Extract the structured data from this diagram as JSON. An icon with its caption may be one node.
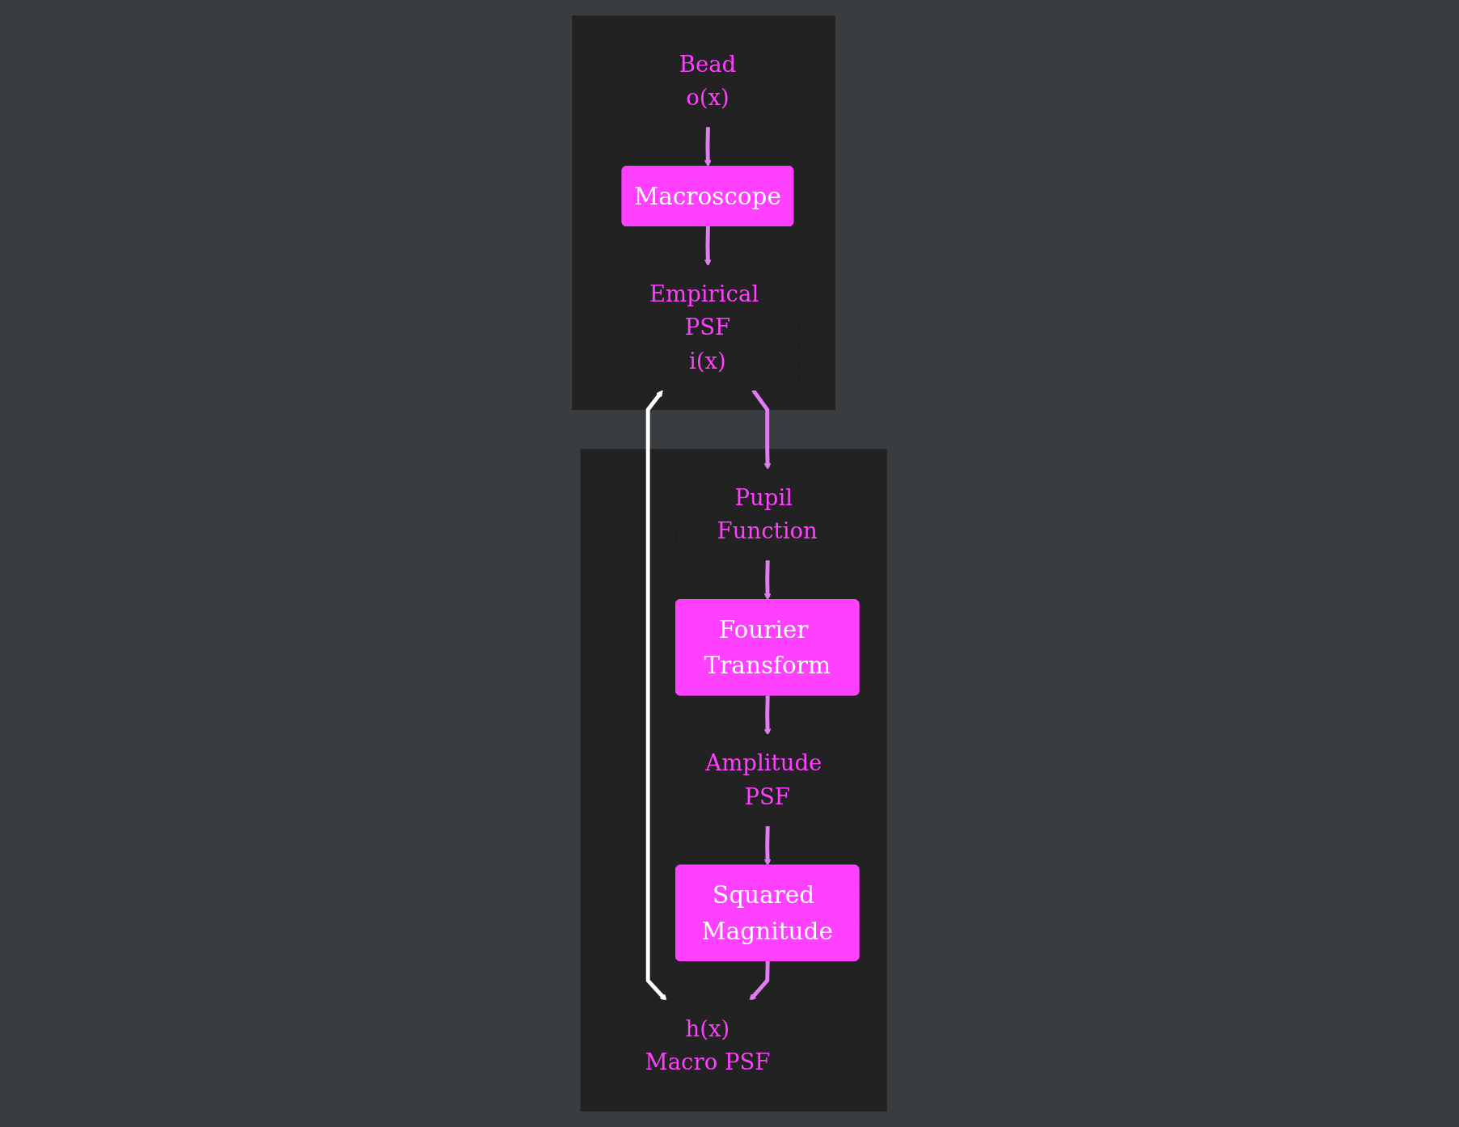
{
  "diagram": {
    "nodes": [
      {
        "text": [],
        "shape": "box"
      },
      {
        "text": [
          "Empirical PSF",
          "i(x)"
        ],
        "in": 0
      },
      {
        "text": [
          "Macroscope"
        ],
        "in": 0
      },
      {
        "text": [
          "Bead",
          "o(x)"
        ],
        "in": 0
      },
      {
        "text": [],
        "shape": "box"
      },
      {
        "text": [
          "h(x)",
          "Macro PSF"
        ],
        "in": 4
      },
      {
        "text": [
          "Squared Magnitude"
        ],
        "in": 4
      },
      {
        "text": [
          "Amplitude PSF"
        ],
        "in": 4
      },
      {
        "text": [
          "Pupil Function"
        ],
        "in": 4
      },
      {
        "text": [
          "Fourier Transform"
        ],
        "in": 4
      }
    ],
    "edges": [
      {
        "from": 3,
        "to": 2,
        "arrow": "to"
      },
      {
        "from": 2,
        "to": 1,
        "arrow": "to"
      },
      {
        "from": 1,
        "to": 5,
        "arrow": "both",
        "color": "#ffffff"
      },
      {
        "from": 7,
        "to": 6,
        "arrow": "to"
      },
      {
        "from": 6,
        "to": 5,
        "arrow": "to"
      },
      {
        "from": 1,
        "to": 8,
        "arrow": "to"
      },
      {
        "from": 8,
        "to": 9,
        "arrow": "to"
      },
      {
        "from": 9,
        "to": 7,
        "arrow": "to"
      }
    ]
  }
}
